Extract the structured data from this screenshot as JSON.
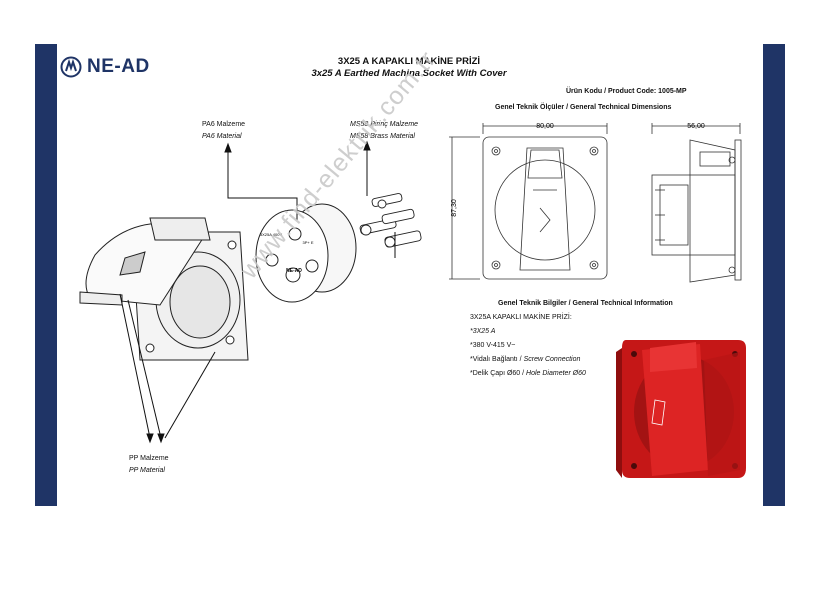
{
  "brand": {
    "logo_text": "NE-AD",
    "color": "#1f3466"
  },
  "title": {
    "tr": "3X25 A KAPAKLI MAKİNE PRİZİ",
    "en": "3x25 A Earthed Machina Socket With Cover"
  },
  "product_code": "Ürün Kodu / Product Code: 1005-MP",
  "dimensions": {
    "heading": "Genel Teknik Ölçüler / General Technical Dimensions",
    "width": "80,00",
    "depth": "56,00",
    "height": "87,30"
  },
  "materials": {
    "pa6_tr": "PA6 Malzeme",
    "pa6_en": "PA6 Material",
    "ms58_tr": "MS58 Pirinç Malzeme",
    "ms58_en": "MS58 Brass Material",
    "pp_tr": "PP Malzeme",
    "pp_en": "PP Material"
  },
  "insert_labels": {
    "rating": "3X25A 400V",
    "brand": "NE-AD",
    "pins": "3P+ E"
  },
  "info": {
    "heading": "Genel Teknik Bilgiler / General Technical Information",
    "name": "3X25A KAPAKLI MAKİNE PRİZİ:",
    "current": "*3X25 A",
    "voltage": "*380 V-415 V~",
    "connection_tr": "*Vidalı Bağlantı / ",
    "connection_en": "Screw Connection",
    "hole_tr": "*Delik Çapı Ø60 / ",
    "hole_en": "Hole Diameter Ø60"
  },
  "watermark": "www.find-elektrik.com.tr",
  "colors": {
    "product_red": "#d01c1c",
    "band": "#1f3466"
  }
}
